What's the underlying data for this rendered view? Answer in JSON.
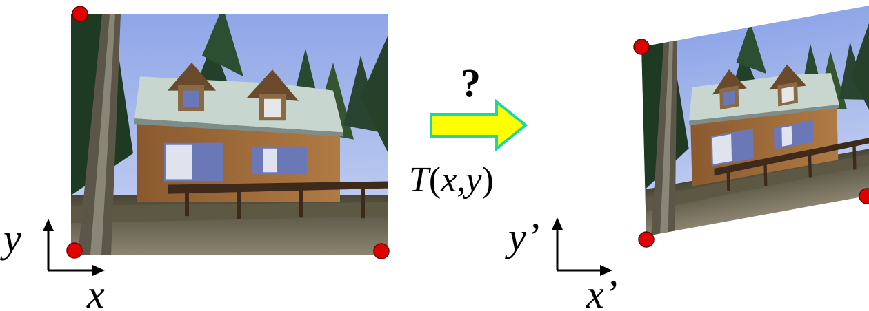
{
  "question_mark": "?",
  "transform": {
    "name": "T",
    "open_paren": "(",
    "x": "x",
    "comma": ",",
    "y": "y",
    "close_paren": ")"
  },
  "source_axes": {
    "x_label": "x",
    "y_label": "y"
  },
  "target_axes": {
    "x_label": "x",
    "y_label": "y",
    "prime": "’"
  },
  "colors": {
    "corner_dot": "#e00000",
    "arrow_fill": "#ffff00",
    "arrow_stroke": "#1fd6a0",
    "axis": "#000000"
  }
}
